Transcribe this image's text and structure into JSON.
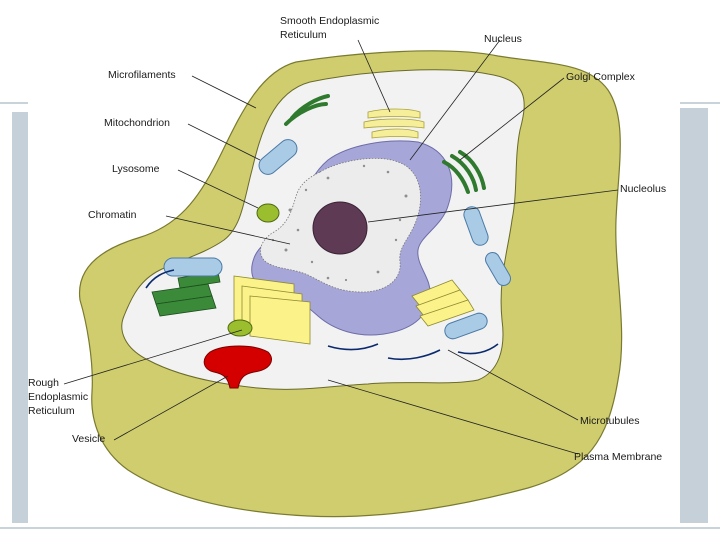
{
  "labels": {
    "smooth_er_line1": "Smooth Endoplasmic",
    "smooth_er_line2": "Reticulum",
    "nucleus": "Nucleus",
    "microfilaments": "Microfilaments",
    "golgi": "Golgi Complex",
    "mitochondrion": "Mitochondrion",
    "lysosome": "Lysosome",
    "nucleolus": "Nucleolus",
    "chromatin": "Chromatin",
    "rough_er_line1": "Rough",
    "rough_er_line2": "Endoplasmic",
    "rough_er_line3": "Reticulum",
    "microtubules": "Microtubules",
    "vesicle": "Vesicle",
    "plasma_membrane": "Plasma Membrane"
  },
  "colors": {
    "cytoplasm_outer": "#cfcd6e",
    "cytoplasm_inner": "#f2f2f2",
    "nuclear_envelope": "#a6a6d8",
    "nucleoplasm": "#ececec",
    "nucleolus": "#5e3a55",
    "golgi": "#fbf28a",
    "mitochondria": "#a9cbe6",
    "rough_er": "#3a8a3a",
    "smooth_er": "#f6ee99",
    "vesicle": "#d40000",
    "lysosome": "#9bbe2e",
    "microtubule": "#0b2a6e",
    "slide_frame": "#c5d0d8"
  }
}
